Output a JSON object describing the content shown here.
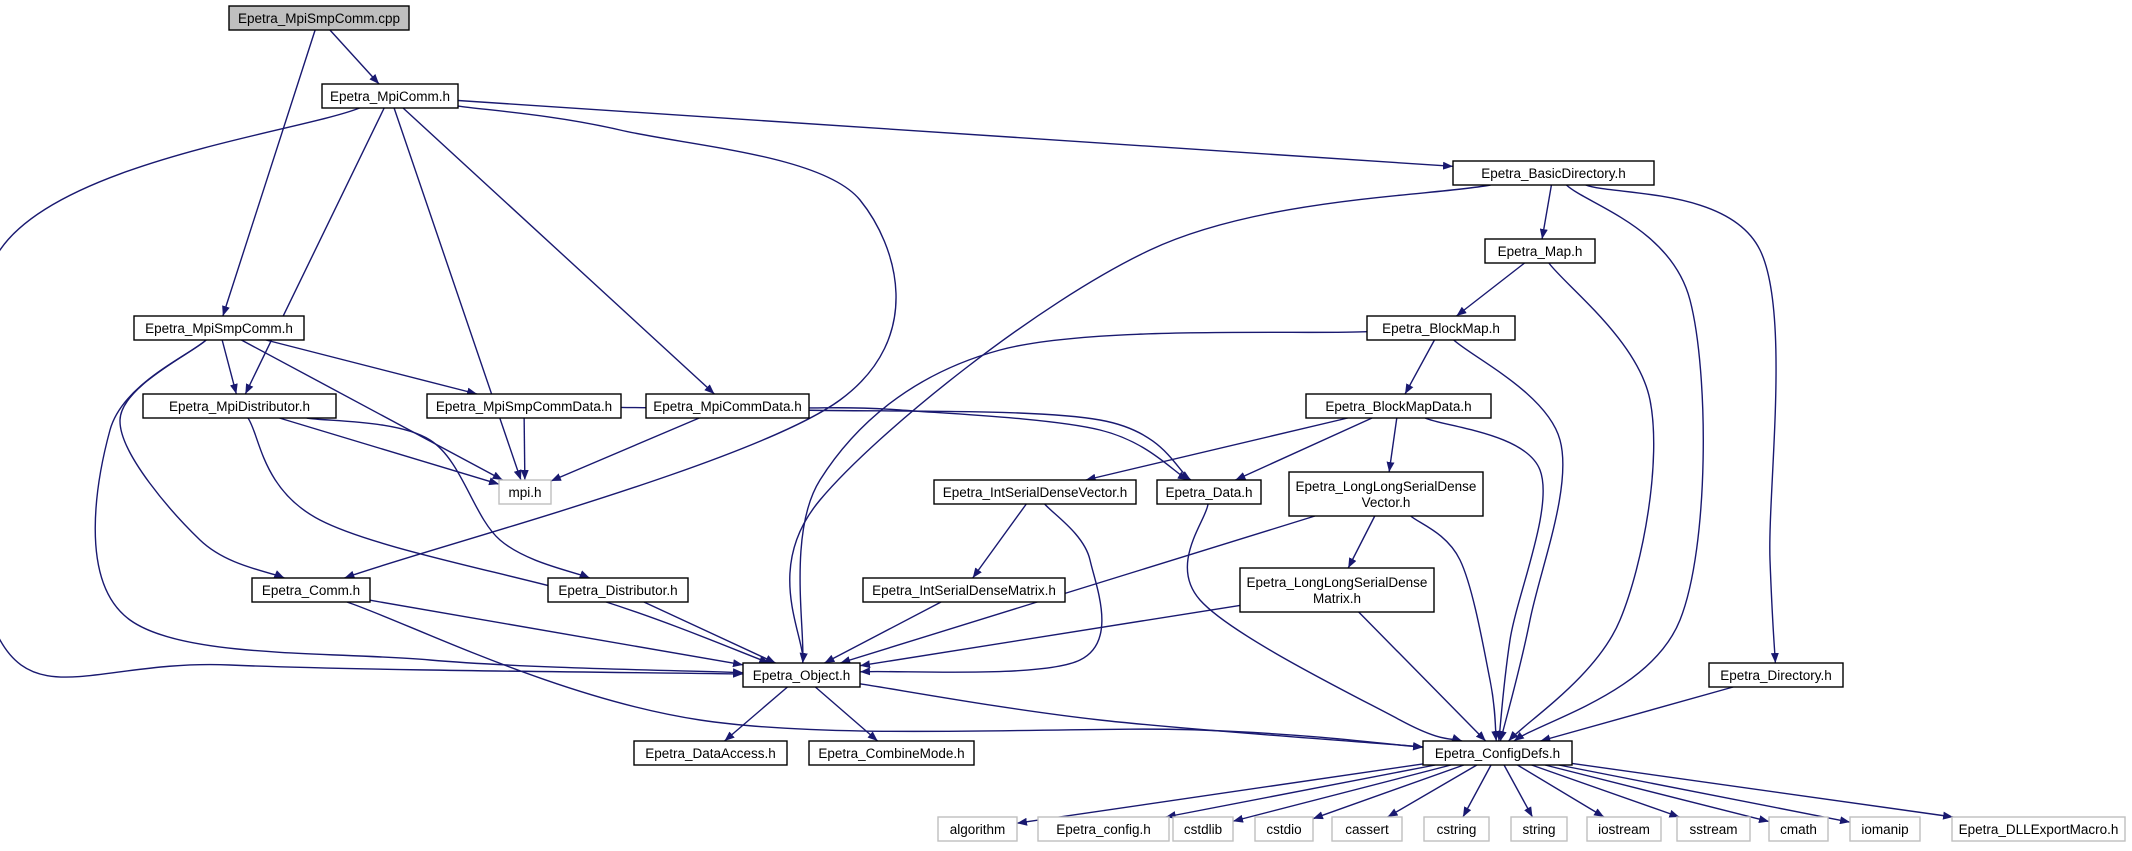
{
  "diagram": {
    "kind": "include-dependency-graph",
    "nodes": [
      {
        "id": "n_src",
        "label": [
          "Epetra_MpiSmpComm.cpp"
        ],
        "style": "root"
      },
      {
        "id": "n_mpicomm",
        "label": [
          "Epetra_MpiComm.h"
        ],
        "style": "normal"
      },
      {
        "id": "n_basicdir",
        "label": [
          "Epetra_BasicDirectory.h"
        ],
        "style": "normal"
      },
      {
        "id": "n_map",
        "label": [
          "Epetra_Map.h"
        ],
        "style": "normal"
      },
      {
        "id": "n_blockmap",
        "label": [
          "Epetra_BlockMap.h"
        ],
        "style": "normal"
      },
      {
        "id": "n_blockmapdata",
        "label": [
          "Epetra_BlockMapData.h"
        ],
        "style": "normal"
      },
      {
        "id": "n_mpismpcomm",
        "label": [
          "Epetra_MpiSmpComm.h"
        ],
        "style": "normal"
      },
      {
        "id": "n_mpidistributor",
        "label": [
          "Epetra_MpiDistributor.h"
        ],
        "style": "normal"
      },
      {
        "id": "n_mpismpcommdata",
        "label": [
          "Epetra_MpiSmpCommData.h"
        ],
        "style": "normal"
      },
      {
        "id": "n_mpicommdata",
        "label": [
          "Epetra_MpiCommData.h"
        ],
        "style": "normal"
      },
      {
        "id": "n_mpi",
        "label": [
          "mpi.h"
        ],
        "style": "ext"
      },
      {
        "id": "n_intvec",
        "label": [
          "Epetra_IntSerialDenseVector.h"
        ],
        "style": "normal"
      },
      {
        "id": "n_data",
        "label": [
          "Epetra_Data.h"
        ],
        "style": "normal"
      },
      {
        "id": "n_llvec",
        "label": [
          "Epetra_LongLongSerialDense",
          "Vector.h"
        ],
        "style": "normal"
      },
      {
        "id": "n_comm",
        "label": [
          "Epetra_Comm.h"
        ],
        "style": "normal"
      },
      {
        "id": "n_distributor",
        "label": [
          "Epetra_Distributor.h"
        ],
        "style": "normal"
      },
      {
        "id": "n_intmat",
        "label": [
          "Epetra_IntSerialDenseMatrix.h"
        ],
        "style": "normal"
      },
      {
        "id": "n_llmat",
        "label": [
          "Epetra_LongLongSerialDense",
          "Matrix.h"
        ],
        "style": "normal"
      },
      {
        "id": "n_object",
        "label": [
          "Epetra_Object.h"
        ],
        "style": "normal"
      },
      {
        "id": "n_directory",
        "label": [
          "Epetra_Directory.h"
        ],
        "style": "normal"
      },
      {
        "id": "n_dataaccess",
        "label": [
          "Epetra_DataAccess.h"
        ],
        "style": "normal"
      },
      {
        "id": "n_combinemode",
        "label": [
          "Epetra_CombineMode.h"
        ],
        "style": "normal"
      },
      {
        "id": "n_configdefs",
        "label": [
          "Epetra_ConfigDefs.h"
        ],
        "style": "normal"
      },
      {
        "id": "n_algorithm",
        "label": [
          "algorithm"
        ],
        "style": "ext"
      },
      {
        "id": "n_config",
        "label": [
          "Epetra_config.h"
        ],
        "style": "ext"
      },
      {
        "id": "n_cstdlib",
        "label": [
          "cstdlib"
        ],
        "style": "ext"
      },
      {
        "id": "n_cstdio",
        "label": [
          "cstdio"
        ],
        "style": "ext"
      },
      {
        "id": "n_cassert",
        "label": [
          "cassert"
        ],
        "style": "ext"
      },
      {
        "id": "n_cstring",
        "label": [
          "cstring"
        ],
        "style": "ext"
      },
      {
        "id": "n_string",
        "label": [
          "string"
        ],
        "style": "ext"
      },
      {
        "id": "n_iostream",
        "label": [
          "iostream"
        ],
        "style": "ext"
      },
      {
        "id": "n_sstream",
        "label": [
          "sstream"
        ],
        "style": "ext"
      },
      {
        "id": "n_cmath",
        "label": [
          "cmath"
        ],
        "style": "ext"
      },
      {
        "id": "n_iomanip",
        "label": [
          "iomanip"
        ],
        "style": "ext"
      },
      {
        "id": "n_dllexport",
        "label": [
          "Epetra_DLLExportMacro.h"
        ],
        "style": "ext"
      }
    ],
    "edges": [
      [
        "n_src",
        "n_mpicomm"
      ],
      [
        "n_src",
        "n_mpismpcomm"
      ],
      [
        "n_mpicomm",
        "n_basicdir"
      ],
      [
        "n_mpicomm",
        "n_mpidistributor"
      ],
      [
        "n_mpicomm",
        "n_mpi"
      ],
      [
        "n_mpicomm",
        "n_mpicommdata"
      ],
      [
        "n_mpicomm",
        "n_comm"
      ],
      [
        "n_mpicomm",
        "n_object"
      ],
      [
        "n_basicdir",
        "n_map"
      ],
      [
        "n_basicdir",
        "n_object"
      ],
      [
        "n_basicdir",
        "n_configdefs"
      ],
      [
        "n_basicdir",
        "n_directory"
      ],
      [
        "n_map",
        "n_blockmap"
      ],
      [
        "n_map",
        "n_configdefs"
      ],
      [
        "n_blockmap",
        "n_blockmapdata"
      ],
      [
        "n_blockmap",
        "n_object"
      ],
      [
        "n_blockmap",
        "n_configdefs"
      ],
      [
        "n_blockmapdata",
        "n_intvec"
      ],
      [
        "n_blockmapdata",
        "n_data"
      ],
      [
        "n_blockmapdata",
        "n_llvec"
      ],
      [
        "n_blockmapdata",
        "n_configdefs"
      ],
      [
        "n_mpismpcomm",
        "n_mpidistributor"
      ],
      [
        "n_mpismpcomm",
        "n_mpismpcommdata"
      ],
      [
        "n_mpismpcomm",
        "n_mpi"
      ],
      [
        "n_mpismpcomm",
        "n_comm"
      ],
      [
        "n_mpismpcomm",
        "n_object"
      ],
      [
        "n_mpidistributor",
        "n_mpi"
      ],
      [
        "n_mpidistributor",
        "n_distributor"
      ],
      [
        "n_mpidistributor",
        "n_object"
      ],
      [
        "n_mpismpcommdata",
        "n_mpi"
      ],
      [
        "n_mpismpcommdata",
        "n_data"
      ],
      [
        "n_mpicommdata",
        "n_mpi"
      ],
      [
        "n_mpicommdata",
        "n_data"
      ],
      [
        "n_intvec",
        "n_intmat"
      ],
      [
        "n_intvec",
        "n_object"
      ],
      [
        "n_data",
        "n_configdefs"
      ],
      [
        "n_llvec",
        "n_llmat"
      ],
      [
        "n_llvec",
        "n_object"
      ],
      [
        "n_llvec",
        "n_configdefs"
      ],
      [
        "n_comm",
        "n_object"
      ],
      [
        "n_comm",
        "n_configdefs"
      ],
      [
        "n_distributor",
        "n_object"
      ],
      [
        "n_intmat",
        "n_object"
      ],
      [
        "n_llmat",
        "n_object"
      ],
      [
        "n_llmat",
        "n_configdefs"
      ],
      [
        "n_object",
        "n_dataaccess"
      ],
      [
        "n_object",
        "n_combinemode"
      ],
      [
        "n_object",
        "n_configdefs"
      ],
      [
        "n_directory",
        "n_configdefs"
      ],
      [
        "n_configdefs",
        "n_algorithm"
      ],
      [
        "n_configdefs",
        "n_config"
      ],
      [
        "n_configdefs",
        "n_cstdlib"
      ],
      [
        "n_configdefs",
        "n_cstdio"
      ],
      [
        "n_configdefs",
        "n_cassert"
      ],
      [
        "n_configdefs",
        "n_cstring"
      ],
      [
        "n_configdefs",
        "n_string"
      ],
      [
        "n_configdefs",
        "n_iostream"
      ],
      [
        "n_configdefs",
        "n_sstream"
      ],
      [
        "n_configdefs",
        "n_cmath"
      ],
      [
        "n_configdefs",
        "n_iomanip"
      ],
      [
        "n_configdefs",
        "n_dllexport"
      ]
    ],
    "colors": {
      "edge": "#191970",
      "root_fill": "#bfbfbf",
      "node_border": "#000000",
      "external_border": "#bfbfbf",
      "background": "#ffffff"
    }
  }
}
